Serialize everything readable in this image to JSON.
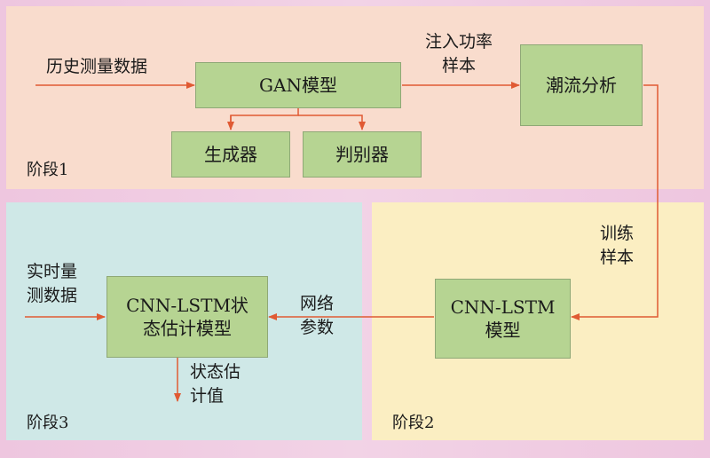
{
  "panels": {
    "stage1": {
      "label": "阶段1",
      "color": "#f9dccd"
    },
    "stage2": {
      "label": "阶段2",
      "color": "#fbeec2"
    },
    "stage3": {
      "label": "阶段3",
      "color": "#cfe8e7"
    }
  },
  "nodes": {
    "gan_model": "GAN模型",
    "generator": "生成器",
    "discriminator": "判别器",
    "power_flow": "潮流分析",
    "cnn_lstm_model": [
      "CNN-LSTM",
      "模型"
    ],
    "state_estimation_model": [
      "CNN-LSTM状",
      "态估计模型"
    ]
  },
  "edge_labels": {
    "historical_data": "历史测量数据",
    "injection_samples": [
      "注入功率",
      "样本"
    ],
    "training_samples": [
      "训练",
      "样本"
    ],
    "network_params": [
      "网络",
      "参数"
    ],
    "realtime_data": [
      "实时量",
      "测数据"
    ],
    "estimate_value": [
      "状态估",
      "计值"
    ]
  },
  "colors": {
    "arrow": "#e05a33",
    "node_fill": "#b6d492",
    "background": "#eec6df"
  }
}
